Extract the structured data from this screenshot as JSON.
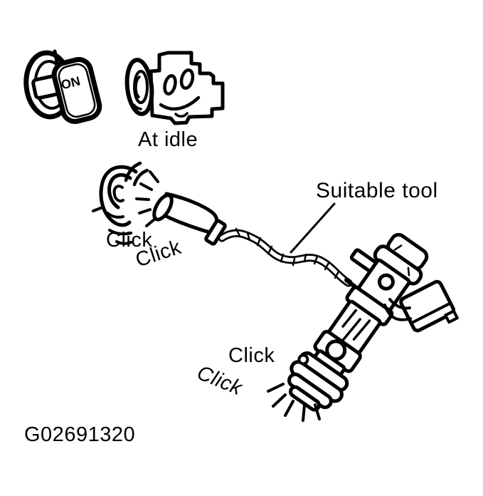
{
  "figure": {
    "background_color": "#ffffff",
    "line_color": "#000000",
    "key_icon": {
      "label": "ON"
    },
    "engine_icon": {
      "caption": "At idle"
    },
    "listening": {
      "sound_1": "Click",
      "sound_2": "Click"
    },
    "tool": {
      "label": "Suitable tool"
    },
    "injector": {
      "sound_1": "Click",
      "sound_2": "Click"
    },
    "figure_code": "G02691320",
    "drawing_parts": [
      "ignition-key-on-icon",
      "engine-at-idle-icon",
      "ear-listening-icon",
      "screwdriver-tool",
      "flexible-shaft",
      "suitable-tool-leader-line",
      "fuel-injector",
      "injector-connector",
      "sound-lines-ear",
      "sound-lines-injector"
    ]
  }
}
